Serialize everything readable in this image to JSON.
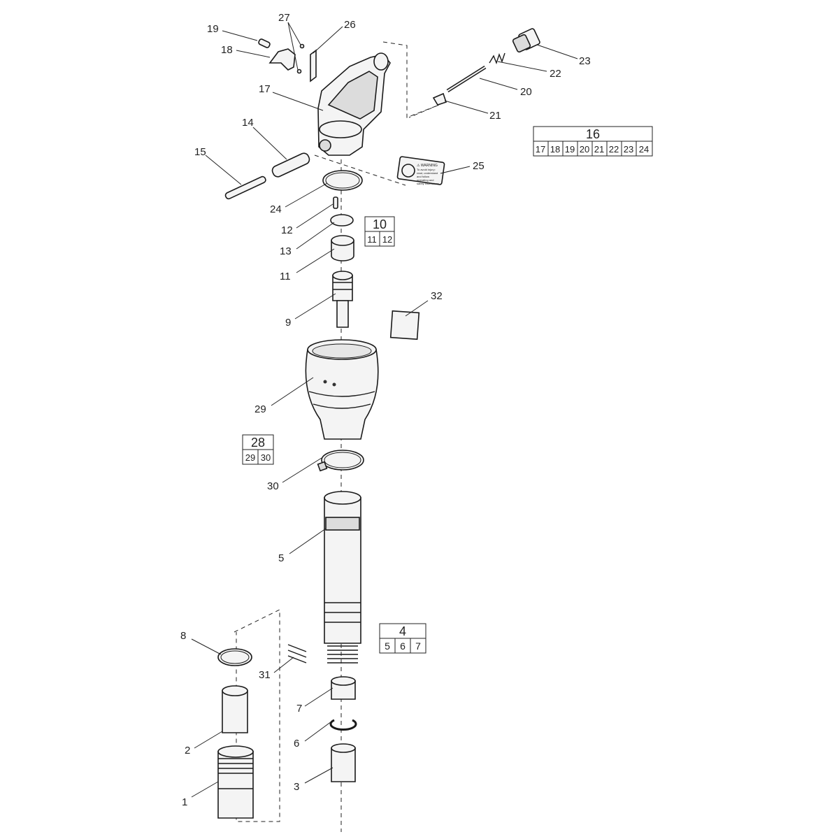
{
  "callouts": {
    "c1": "1",
    "c2": "2",
    "c3": "3",
    "c5": "5",
    "c6": "6",
    "c7": "7",
    "c8": "8",
    "c9": "9",
    "c11": "11",
    "c12": "12",
    "c13": "13",
    "c14": "14",
    "c15": "15",
    "c17": "17",
    "c18": "18",
    "c19": "19",
    "c20": "20",
    "c21": "21",
    "c22": "22",
    "c23": "23",
    "c24": "24",
    "c25": "25",
    "c26": "26",
    "c27": "27",
    "c29": "29",
    "c30": "30",
    "c31": "31",
    "c32": "32"
  },
  "kits": {
    "k16": {
      "title": "16",
      "items": [
        "17",
        "18",
        "19",
        "20",
        "21",
        "22",
        "23",
        "24"
      ]
    },
    "k10": {
      "title": "10",
      "items": [
        "11",
        "12"
      ]
    },
    "k28": {
      "title": "28",
      "items": [
        "29",
        "30"
      ]
    },
    "k4": {
      "title": "4",
      "items": [
        "5",
        "6",
        "7"
      ]
    }
  },
  "decal": {
    "heading": "⚠ WARNING",
    "lines": [
      "To avoid injury:",
      "read, understand",
      "and follow",
      "operating and",
      "safety instructions."
    ]
  }
}
